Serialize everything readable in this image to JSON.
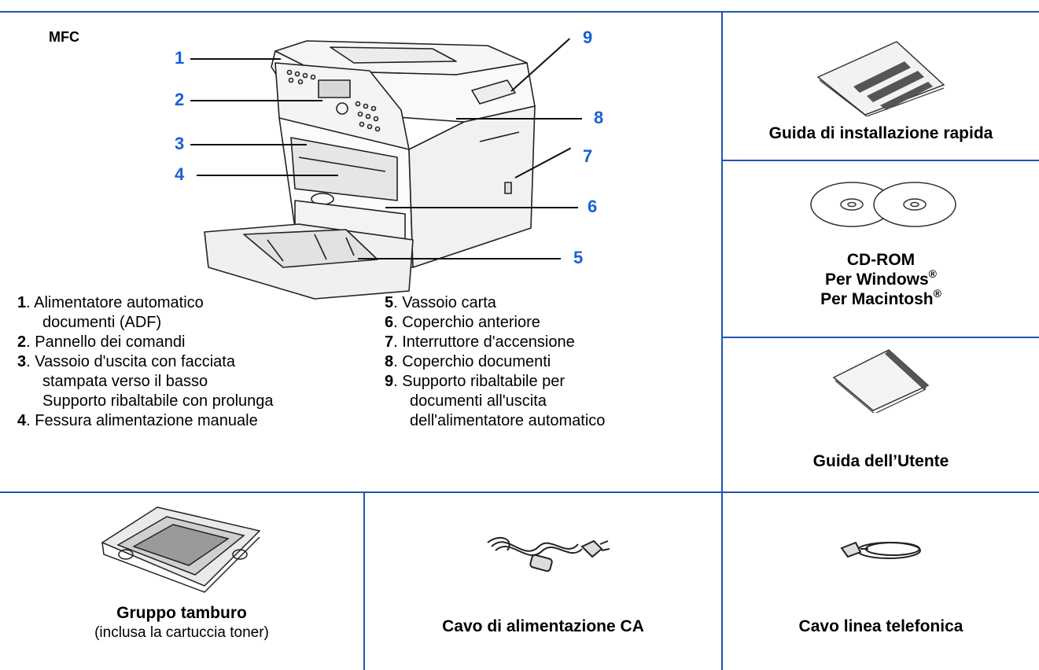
{
  "model_label": "MFC",
  "callouts": [
    "1",
    "2",
    "3",
    "4",
    "5",
    "6",
    "7",
    "8",
    "9"
  ],
  "legend_left": [
    {
      "num": "1",
      "lines": [
        ". Alimentatore automatico",
        "documenti (ADF)"
      ]
    },
    {
      "num": "2",
      "lines": [
        ". Pannello dei comandi"
      ]
    },
    {
      "num": "3",
      "lines": [
        ". Vassoio d'uscita con facciata",
        "stampata verso il basso",
        "Supporto ribaltabile con prolunga"
      ]
    },
    {
      "num": "4",
      "lines": [
        ". Fessura alimentazione manuale"
      ]
    }
  ],
  "legend_right": [
    {
      "num": "5",
      "lines": [
        ". Vassoio carta"
      ]
    },
    {
      "num": "6",
      "lines": [
        ". Coperchio anteriore"
      ]
    },
    {
      "num": "7",
      "lines": [
        ". Interruttore d'accensione"
      ]
    },
    {
      "num": "8",
      "lines": [
        ". Coperchio documenti"
      ]
    },
    {
      "num": "9",
      "lines": [
        ". Supporto ribaltabile per",
        "documenti all'uscita",
        "dell'alimentatore automatico"
      ]
    }
  ],
  "quick_guide": "Guida di installazione rapida",
  "cdrom": {
    "line1": "CD-ROM",
    "line2": "Per Windows",
    "line3": "Per Macintosh",
    "reg": "®"
  },
  "user_guide": "Guida dell’Utente",
  "drum": {
    "title": "Gruppo tamburo",
    "subtitle": "(inclusa la cartuccia toner)"
  },
  "power_cable": "Cavo di alimentazione CA",
  "phone_cable": "Cavo linea telefonica"
}
